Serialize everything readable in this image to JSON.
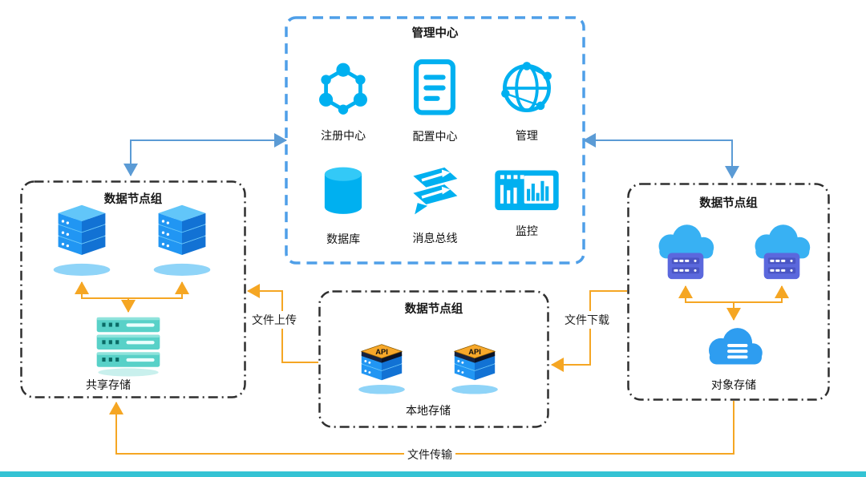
{
  "management": {
    "title": "管理中心",
    "items": [
      {
        "label": "注册中心",
        "icon": "registry-icon"
      },
      {
        "label": "配置中心",
        "icon": "config-icon"
      },
      {
        "label": "管理",
        "icon": "manage-icon"
      },
      {
        "label": "数据库",
        "icon": "database-icon"
      },
      {
        "label": "消息总线",
        "icon": "message-bus-icon"
      },
      {
        "label": "监控",
        "icon": "monitor-icon"
      }
    ]
  },
  "left_group": {
    "title": "数据节点组",
    "storage_label": "共享存储"
  },
  "center_group": {
    "title": "数据节点组",
    "storage_label": "本地存储",
    "api_badge": "API"
  },
  "right_group": {
    "title": "数据节点组",
    "storage_label": "对象存储"
  },
  "flows": {
    "upload": "文件上传",
    "download": "文件下载",
    "transfer": "文件传输"
  },
  "colors": {
    "icon_cyan": "#00b0f0",
    "arrow_blue": "#5b9bd5",
    "arrow_orange": "#f5a623",
    "management_border": "#4f9fe8",
    "group_border": "#2f2f2f",
    "server_blue": "#2196f3",
    "storage_teal": "#58d1c8",
    "cloud_blue": "#38b1f3",
    "rack_indigo": "#5b68dd",
    "bottom_bar": "#35c3d4"
  }
}
